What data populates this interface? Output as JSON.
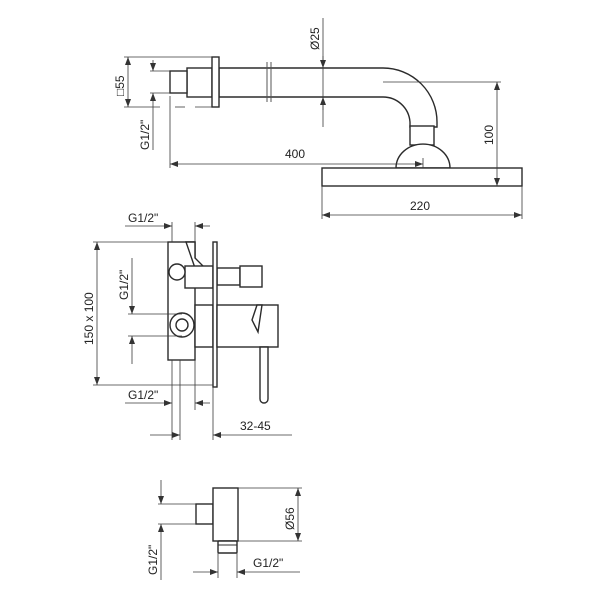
{
  "shower_arm": {
    "pipe_diameter": "Ø25",
    "flange_size": "□55",
    "thread": "G1/2\"",
    "projection": "400",
    "drop": "100",
    "head_width": "220"
  },
  "mixer": {
    "thread_top": "G1/2\"",
    "thread_side": "G1/2\"",
    "thread_bottom": "G1/2\"",
    "box_size": "150 x 100",
    "depth_range": "32-45"
  },
  "wall_outlet": {
    "diameter": "Ø56",
    "thread_side": "G1/2\"",
    "thread_bottom": "G1/2\""
  }
}
